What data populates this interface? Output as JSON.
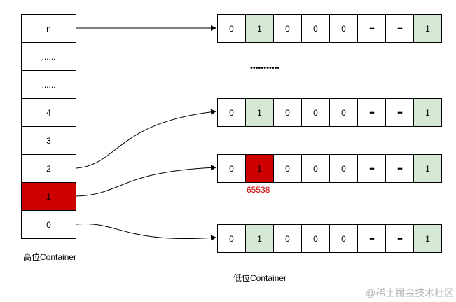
{
  "high_container": {
    "title": "高位Container",
    "cells": [
      "n",
      "......",
      "......",
      "4",
      "3",
      "2",
      "1",
      "0"
    ]
  },
  "low_container": {
    "title": "低位Container",
    "rows": [
      [
        "0",
        "1",
        "0",
        "0",
        "0",
        "•••",
        "•••",
        "1"
      ],
      [
        "0",
        "1",
        "0",
        "0",
        "0",
        "•••",
        "•••",
        "1"
      ],
      [
        "0",
        "1",
        "0",
        "0",
        "0",
        "•••",
        "•••",
        "1"
      ],
      [
        "0",
        "1",
        "0",
        "0",
        "0",
        "•••",
        "•••",
        "1"
      ]
    ],
    "ellipsis": "•••••••••••",
    "highlight_value": "65538"
  },
  "watermark": "@稀土掘金技术社区",
  "colors": {
    "highlight_red": "#cc0000",
    "set_bit_green": "#d5e8d4",
    "label_red": "#cc0000"
  }
}
